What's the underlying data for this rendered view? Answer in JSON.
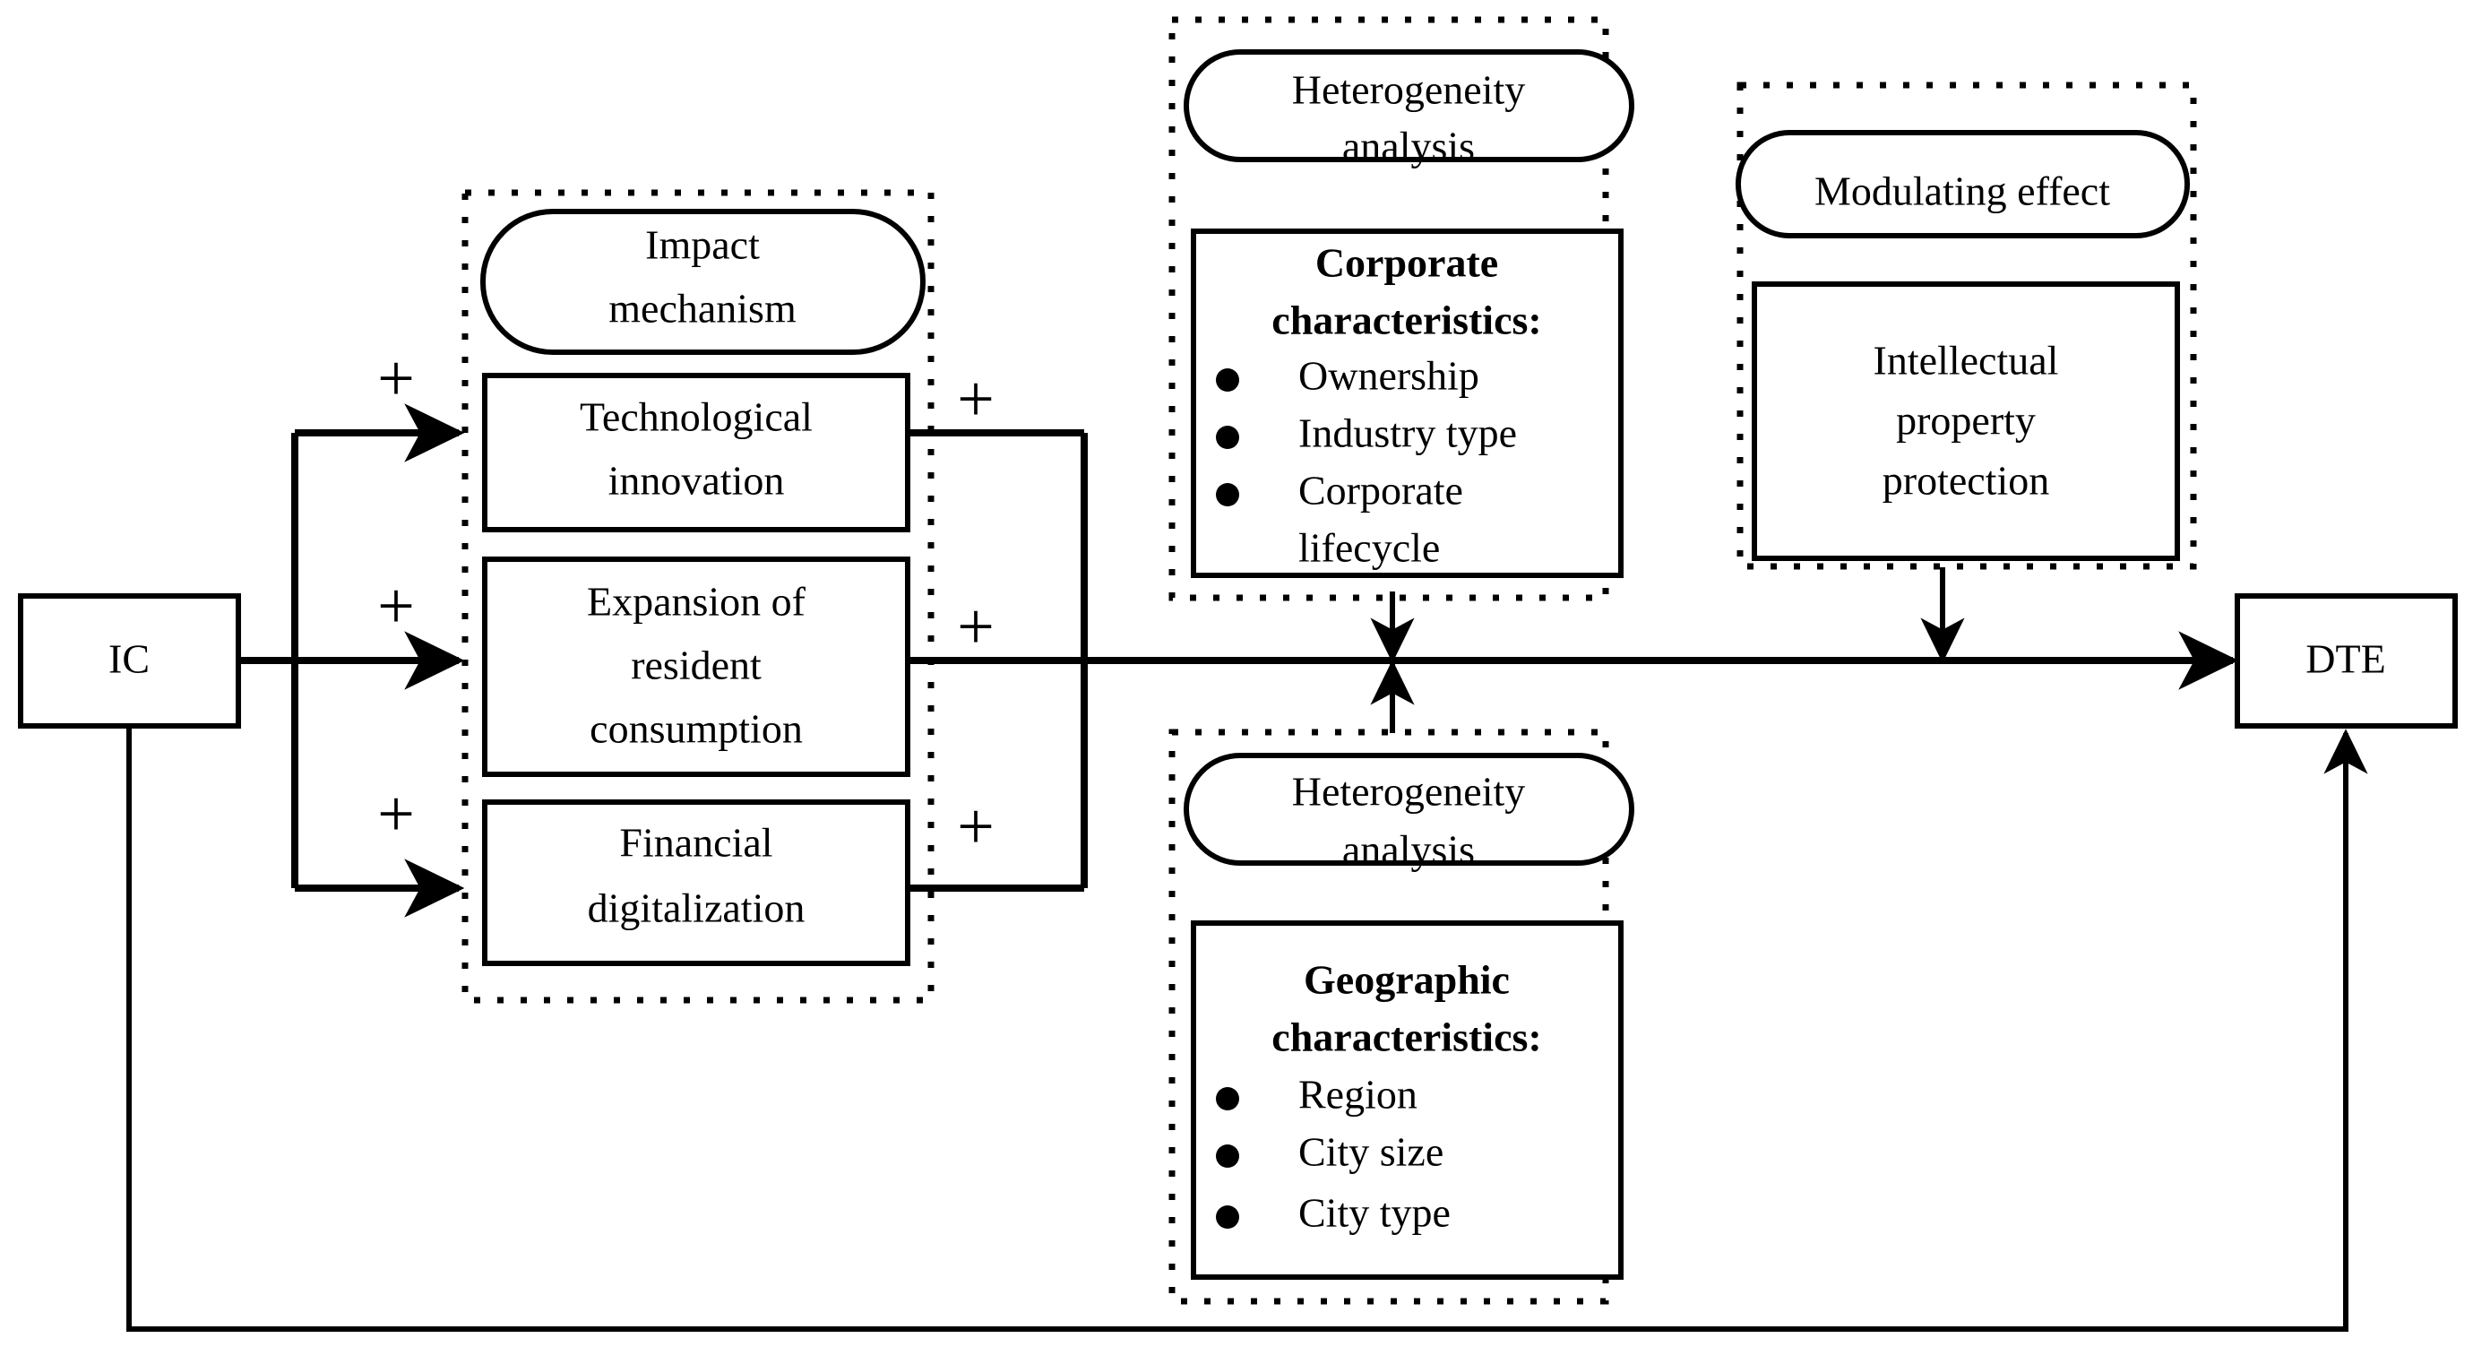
{
  "diagram": {
    "title": "Research framework: IC to DTE",
    "background_color": "#ffffff",
    "line_color": "#000000"
  },
  "endpoints": {
    "source": {
      "label": "IC"
    },
    "target": {
      "label": "DTE"
    }
  },
  "impact_mechanism": {
    "pill_label_line1": "Impact",
    "pill_label_line2": "mechanism",
    "boxes": [
      {
        "line1": "Technological",
        "line2": "innovation",
        "line3": ""
      },
      {
        "line1": "Expansion of",
        "line2": "resident",
        "line3": "consumption"
      },
      {
        "line1": "Financial",
        "line2": "digitalization",
        "line3": ""
      }
    ]
  },
  "signs": {
    "left": [
      "+",
      "+",
      "+"
    ],
    "right": [
      "+",
      "+",
      "+"
    ]
  },
  "heterogeneity_corporate": {
    "pill_label_line1": "Heterogeneity",
    "pill_label_line2": "analysis",
    "heading_line1": "Corporate",
    "heading_line2": "characteristics:",
    "items": [
      {
        "text": "Ownership",
        "wrap": ""
      },
      {
        "text": "Industry type",
        "wrap": ""
      },
      {
        "text": "Corporate",
        "wrap": "lifecycle"
      }
    ]
  },
  "heterogeneity_geographic": {
    "pill_label_line1": "Heterogeneity",
    "pill_label_line2": "analysis",
    "heading_line1": "Geographic",
    "heading_line2": "characteristics:",
    "items": [
      {
        "text": "Region",
        "wrap": ""
      },
      {
        "text": "City size",
        "wrap": ""
      },
      {
        "text": "City type",
        "wrap": ""
      }
    ]
  },
  "modulating_effect": {
    "pill_label": "Modulating effect",
    "box_line1": "Intellectual",
    "box_line2": "property",
    "box_line3": "protection"
  }
}
